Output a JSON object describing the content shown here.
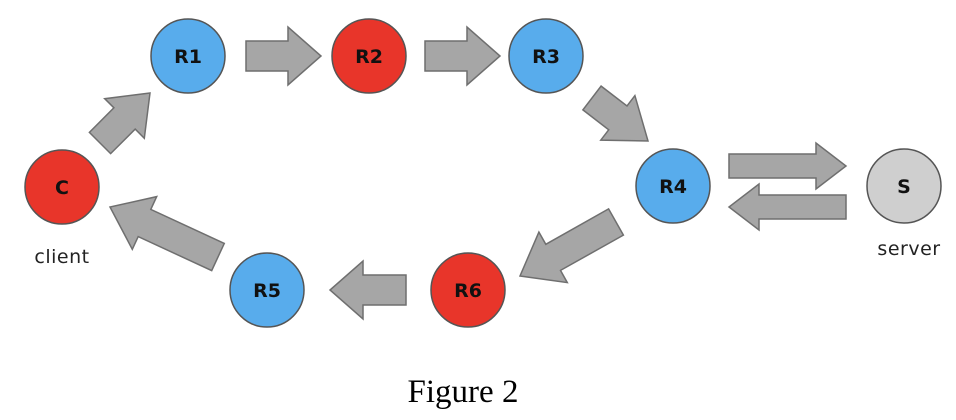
{
  "colors": {
    "relay_blue": "#58acec",
    "relay_red": "#e8352a",
    "server_gray": "#cfcfcf",
    "arrow_fill": "#a6a6a6",
    "arrow_stroke": "#6f6f6f"
  },
  "nodes": {
    "C": {
      "label": "C",
      "color": "relay_red"
    },
    "R1": {
      "label": "R1",
      "color": "relay_blue"
    },
    "R2": {
      "label": "R2",
      "color": "relay_red"
    },
    "R3": {
      "label": "R3",
      "color": "relay_blue"
    },
    "R4": {
      "label": "R4",
      "color": "relay_blue"
    },
    "S": {
      "label": "S",
      "color": "server_gray"
    },
    "R6": {
      "label": "R6",
      "color": "relay_red"
    },
    "R5": {
      "label": "R5",
      "color": "relay_blue"
    }
  },
  "labels": {
    "client": "client",
    "server": "server"
  },
  "caption": "Figure 2"
}
